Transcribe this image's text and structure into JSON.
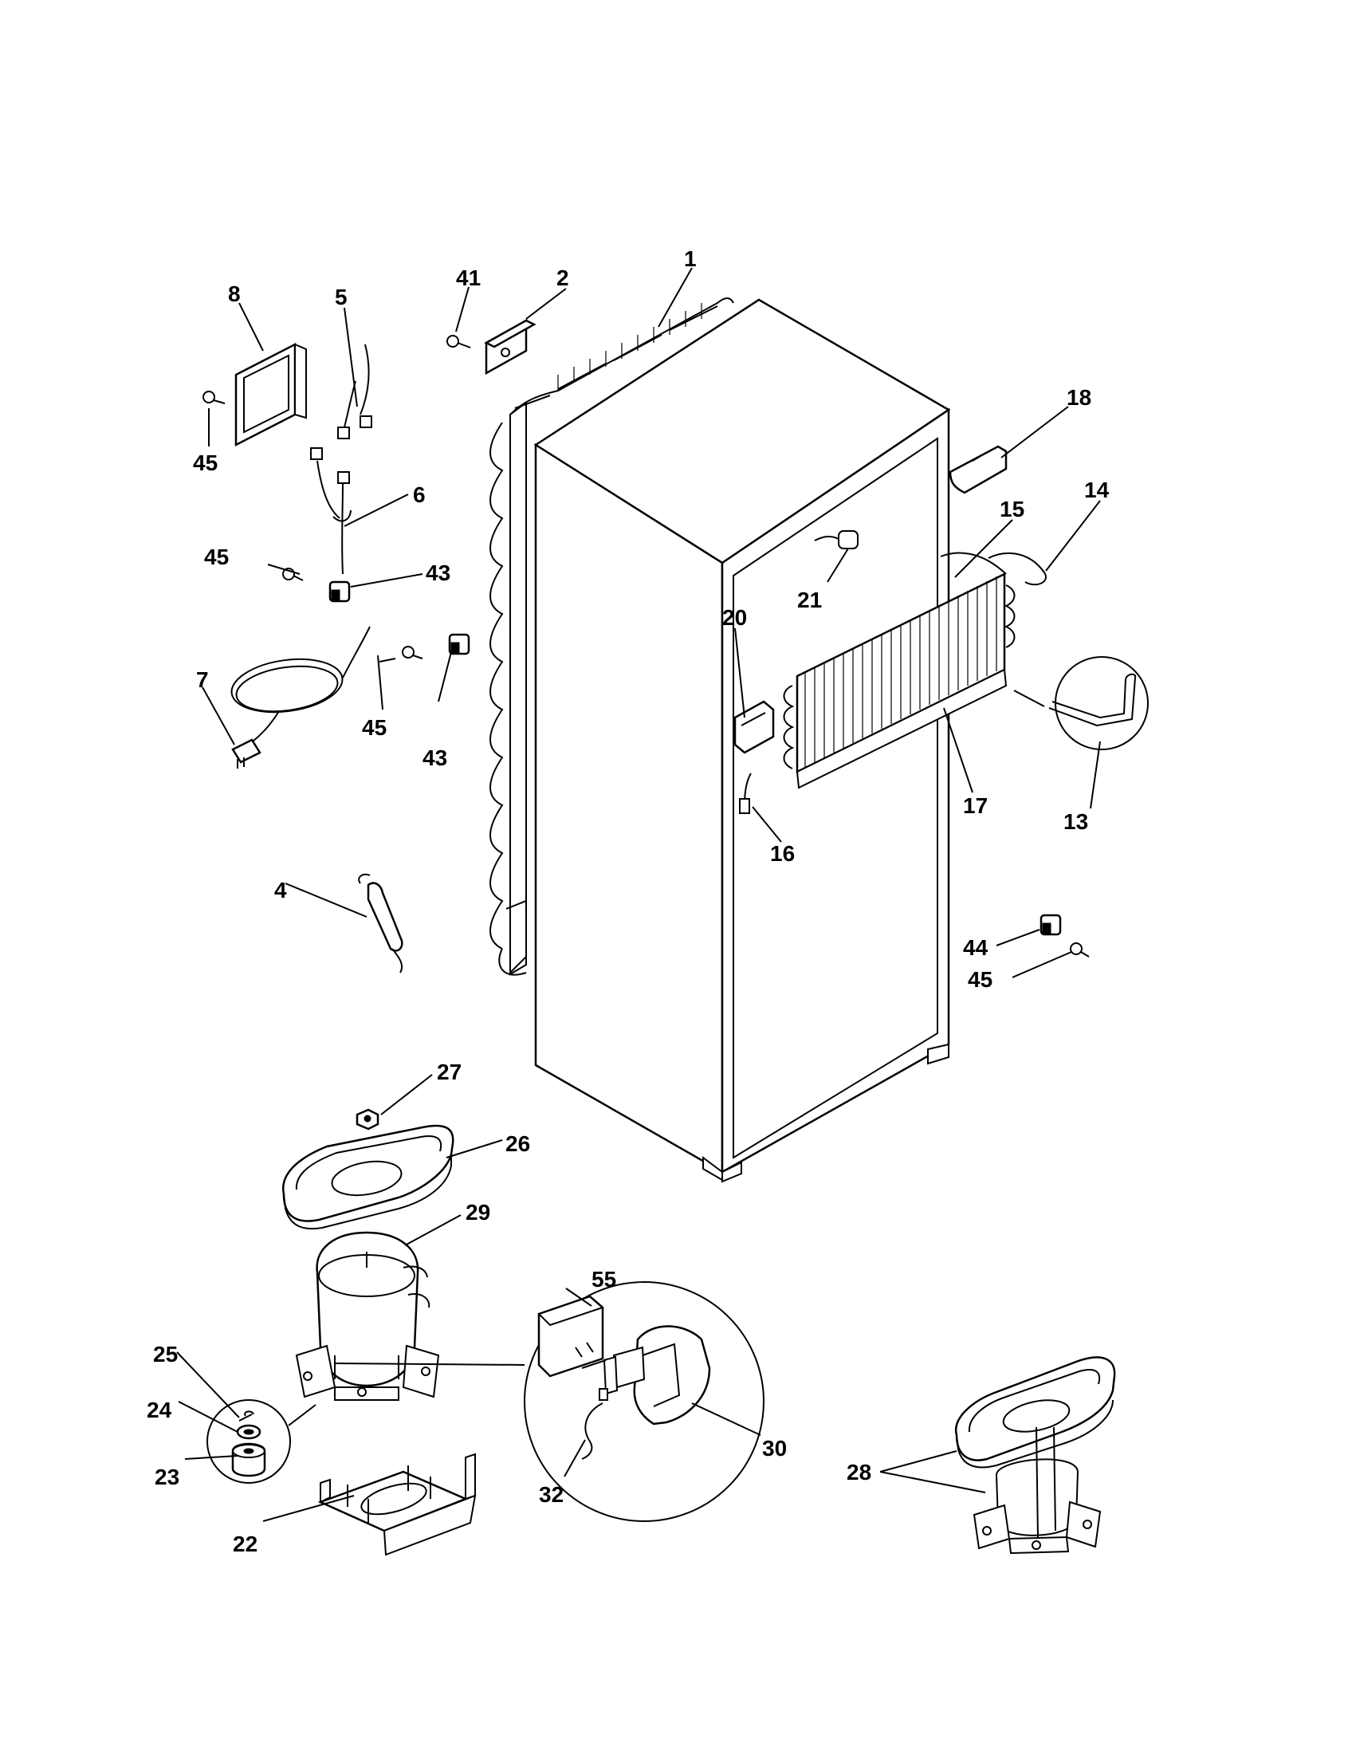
{
  "labels": [
    {
      "id": "1",
      "text": "1"
    },
    {
      "id": "2",
      "text": "2"
    },
    {
      "id": "4",
      "text": "4"
    },
    {
      "id": "5",
      "text": "5"
    },
    {
      "id": "6",
      "text": "6"
    },
    {
      "id": "7",
      "text": "7"
    },
    {
      "id": "8",
      "text": "8"
    },
    {
      "id": "13",
      "text": "13"
    },
    {
      "id": "14",
      "text": "14"
    },
    {
      "id": "15",
      "text": "15"
    },
    {
      "id": "16",
      "text": "16"
    },
    {
      "id": "17",
      "text": "17"
    },
    {
      "id": "18",
      "text": "18"
    },
    {
      "id": "20",
      "text": "20"
    },
    {
      "id": "21",
      "text": "21"
    },
    {
      "id": "22",
      "text": "22"
    },
    {
      "id": "23",
      "text": "23"
    },
    {
      "id": "24",
      "text": "24"
    },
    {
      "id": "25",
      "text": "25"
    },
    {
      "id": "26",
      "text": "26"
    },
    {
      "id": "27",
      "text": "27"
    },
    {
      "id": "28",
      "text": "28"
    },
    {
      "id": "29",
      "text": "29"
    },
    {
      "id": "30",
      "text": "30"
    },
    {
      "id": "32",
      "text": "32"
    },
    {
      "id": "41",
      "text": "41"
    },
    {
      "id": "43a",
      "text": "43"
    },
    {
      "id": "43b",
      "text": "43"
    },
    {
      "id": "44",
      "text": "44"
    },
    {
      "id": "45a",
      "text": "45"
    },
    {
      "id": "45b",
      "text": "45"
    },
    {
      "id": "45c",
      "text": "45"
    },
    {
      "id": "45d",
      "text": "45"
    },
    {
      "id": "55",
      "text": "55"
    }
  ]
}
